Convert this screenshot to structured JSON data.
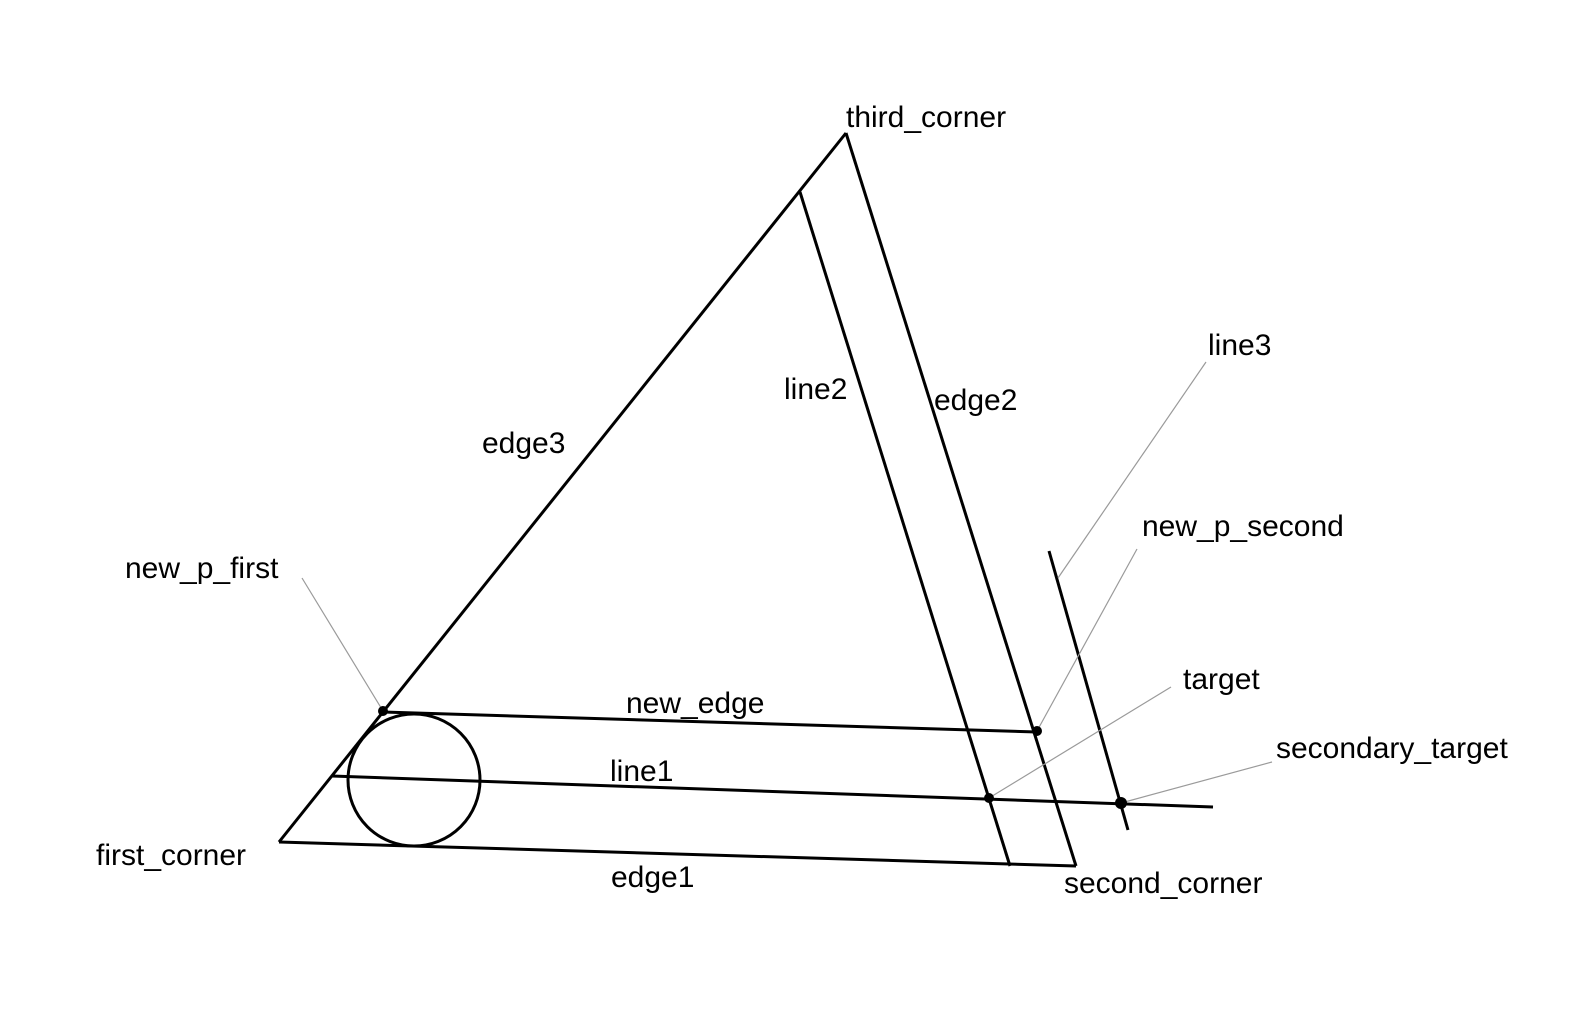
{
  "labels": {
    "third_corner": "third_corner",
    "first_corner": "first_corner",
    "second_corner": "second_corner",
    "edge1": "edge1",
    "edge2": "edge2",
    "edge3": "edge3",
    "line1": "line1",
    "line2": "line2",
    "line3": "line3",
    "new_edge": "new_edge",
    "new_p_first": "new_p_first",
    "new_p_second": "new_p_second",
    "target": "target",
    "secondary_target": "secondary_target"
  },
  "colors": {
    "stroke": "#000000",
    "leader": "#9a9a9a",
    "background": "#ffffff"
  }
}
